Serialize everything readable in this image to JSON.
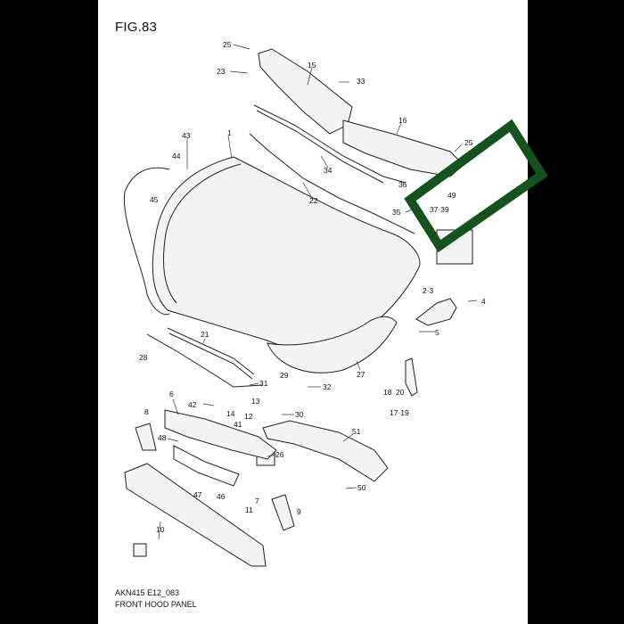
{
  "figure": {
    "title": "FIG.83",
    "code": "AKN415 E12_083",
    "caption": "FRONT HOOD PANEL"
  },
  "callouts": [
    "25",
    "23",
    "15",
    "33",
    "16",
    "25",
    "1",
    "43",
    "44",
    "34",
    "36",
    "49",
    "22",
    "45",
    "35",
    "37·39",
    "2·3",
    "4",
    "5",
    "21",
    "28",
    "27",
    "31",
    "29",
    "32",
    "6",
    "42",
    "13",
    "14",
    "12",
    "41",
    "18",
    "20",
    "17·19",
    "30",
    "8",
    "51",
    "48",
    "26",
    "47",
    "46",
    "7",
    "50",
    "9",
    "11",
    "10"
  ],
  "colors": {
    "highlight": "#15521f",
    "line": "#222222",
    "background": "#ffffff",
    "frame": "#000000"
  }
}
